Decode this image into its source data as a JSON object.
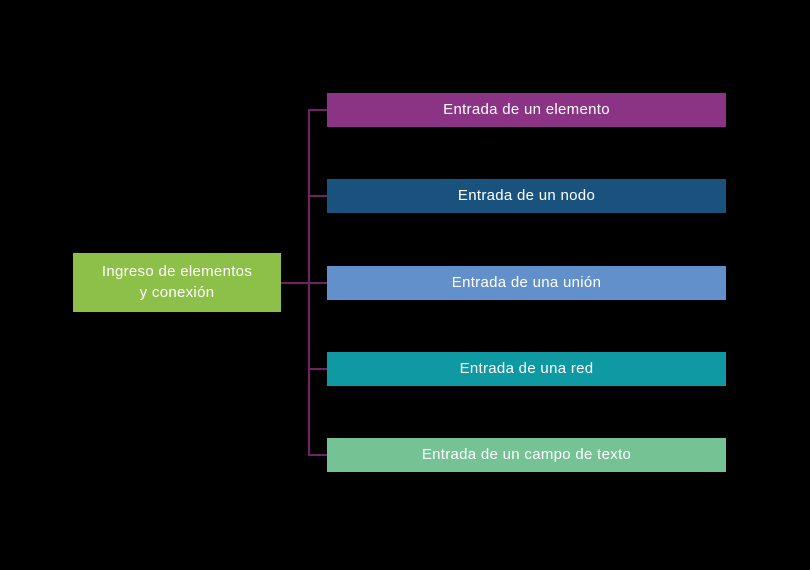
{
  "diagram": {
    "type": "tree",
    "background_color": "#000000",
    "connector_color": "#6F2365",
    "text_color": "#ffffff",
    "root": {
      "label": "Ingreso de elementos y conexión",
      "label_line1": "Ingreso de elementos",
      "label_line2": "y conexión",
      "color": "#8CC049"
    },
    "children": [
      {
        "label": "Entrada de un elemento",
        "color": "#8B3385"
      },
      {
        "label": "Entrada de un nodo",
        "color": "#1A527E"
      },
      {
        "label": "Entrada de una unión",
        "color": "#6290CB"
      },
      {
        "label": "Entrada de una red",
        "color": "#0F99A3"
      },
      {
        "label": "Entrada de un campo de texto",
        "color": "#75C295"
      }
    ]
  }
}
